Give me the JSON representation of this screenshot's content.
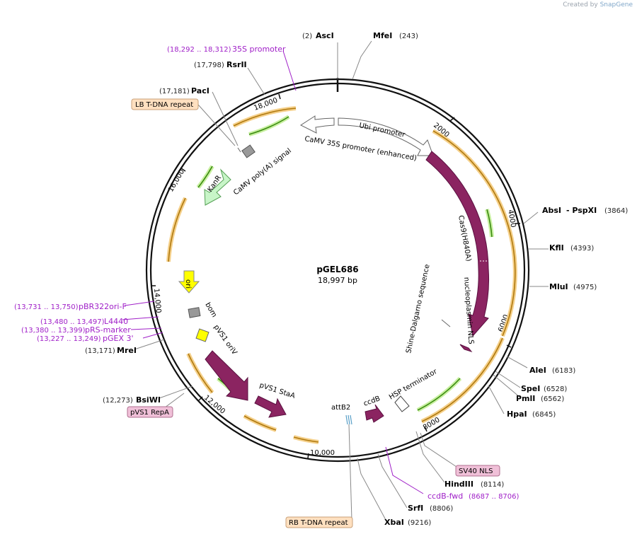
{
  "credit": {
    "prefix": "Created by",
    "brand": "SnapGene"
  },
  "plasmid": {
    "name": "pGEL686",
    "length": "18,997 bp"
  },
  "ticks": [
    "2000",
    "4000",
    "6000",
    "8000",
    "10,000",
    "12,000",
    "14,000",
    "16,000",
    "18,000"
  ],
  "sites": [
    {
      "name": "AscI",
      "pos": "(2)"
    },
    {
      "name": "MfeI",
      "pos": "(243)"
    },
    {
      "name": "AbsI",
      "pos": ""
    },
    {
      "name": "- PspXI",
      "pos": "(3864)"
    },
    {
      "name": "KflI",
      "pos": "(4393)"
    },
    {
      "name": "MluI",
      "pos": "(4975)"
    },
    {
      "name": "AleI",
      "pos": "(6183)"
    },
    {
      "name": "SpeI",
      "pos": "(6528)"
    },
    {
      "name": "PmlI",
      "pos": "(6562)"
    },
    {
      "name": "HpaI",
      "pos": "(6845)"
    },
    {
      "name": "HindIII",
      "pos": "(8114)"
    },
    {
      "name": "SrfI",
      "pos": "(8806)"
    },
    {
      "name": "XbaI",
      "pos": "(9216)"
    },
    {
      "name": "BsiWI",
      "pos": "(12,273)"
    },
    {
      "name": "MreI",
      "pos": "(13,171)"
    },
    {
      "name": "PacI",
      "pos": "(17,181)"
    },
    {
      "name": "RsrII",
      "pos": "(17,798)"
    }
  ],
  "primers": [
    {
      "name": "35S promoter",
      "range": "(18,292 .. 18,312)"
    },
    {
      "name": "pBR322ori-F",
      "range": "(13,731 .. 13,750)"
    },
    {
      "name": "L4440",
      "range": "(13,480 .. 13,497)"
    },
    {
      "name": "pRS-marker",
      "range": "(13,380 .. 13,399)"
    },
    {
      "name": "pGEX 3'",
      "range": "(13,227 .. 13,249)"
    },
    {
      "name": "ccdB-fwd",
      "range": "(8687 .. 8706)"
    }
  ],
  "boxed_labels": [
    "LB T-DNA repeat",
    "pVS1 RepA",
    "RB T-DNA repeat",
    "SV40 NLS"
  ],
  "features": [
    "Ubi promoter",
    "CaMV 35S promoter (enhanced)",
    "Cas9(H840A)",
    "nucleoplasmin NLS",
    "Shine-Dalgarno sequence",
    "HSP terminator",
    "ccdB",
    "attB2",
    "pVS1 StaA",
    "pVS1 oriV",
    "bom",
    "ori",
    "KanR",
    "CaMV poly(A) signal"
  ],
  "colors": {
    "backbone": "#111111",
    "cds": "#8b2461",
    "repeat": "#f5a623",
    "primer": "#a020c8",
    "promoter": "#ffffff",
    "marker": "#9cf09c",
    "ori": "#ffff00",
    "misc": "#999999",
    "repeat_box": "#ffe0c0",
    "cds_box": "#f0c0d8"
  }
}
